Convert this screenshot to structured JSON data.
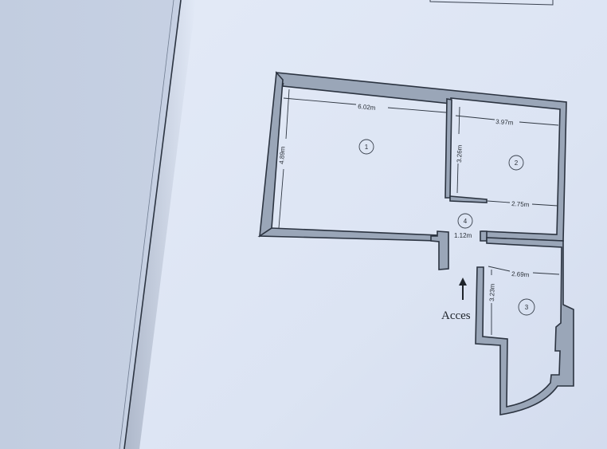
{
  "rooms": [
    {
      "number": "1"
    },
    {
      "number": "2"
    },
    {
      "number": "3"
    },
    {
      "number": "4"
    }
  ],
  "dimensions": {
    "room1_width": "6.02m",
    "room1_height": "4.89m",
    "room2_width": "3.97m",
    "room2_height": "3.26m",
    "room2_bottom": "2.75m",
    "hall_width": "1.12m",
    "room3_width": "2.69m",
    "room3_height": "3.23m"
  },
  "access": {
    "label": "Acces"
  },
  "colors": {
    "paper": "#dfe7f6",
    "wall_fill": "#9aa6b8",
    "wall_stroke": "#2b3340",
    "ink": "#2a3038"
  }
}
